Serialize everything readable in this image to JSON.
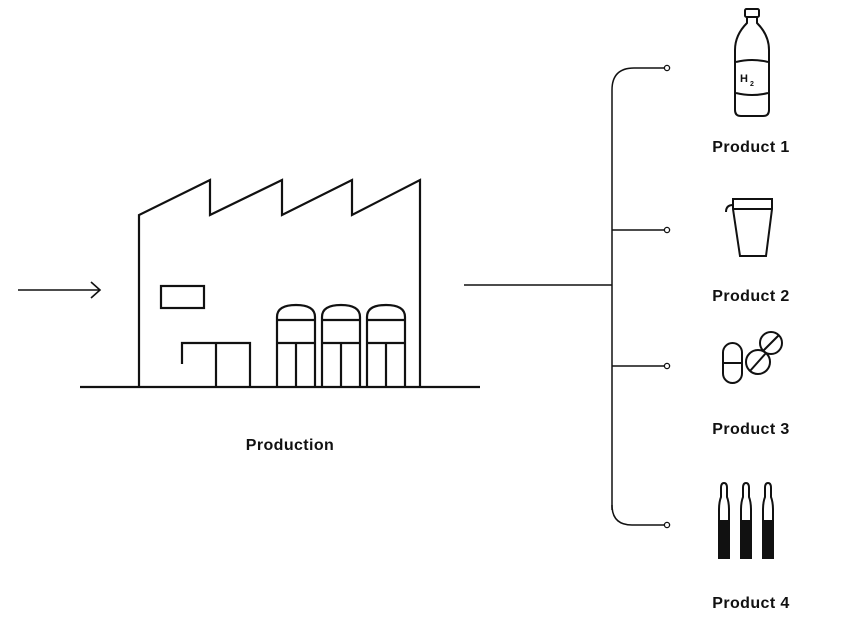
{
  "production": {
    "label": "Production"
  },
  "products": [
    {
      "label": "Product 1",
      "icon": "water-bottle-icon",
      "bottle_text": "H",
      "bottle_sub": "2"
    },
    {
      "label": "Product 2",
      "icon": "cup-icon"
    },
    {
      "label": "Product 3",
      "icon": "pills-icon"
    },
    {
      "label": "Product 4",
      "icon": "ampoules-icon"
    }
  ],
  "colors": {
    "stroke": "#111111",
    "background": "#ffffff"
  }
}
